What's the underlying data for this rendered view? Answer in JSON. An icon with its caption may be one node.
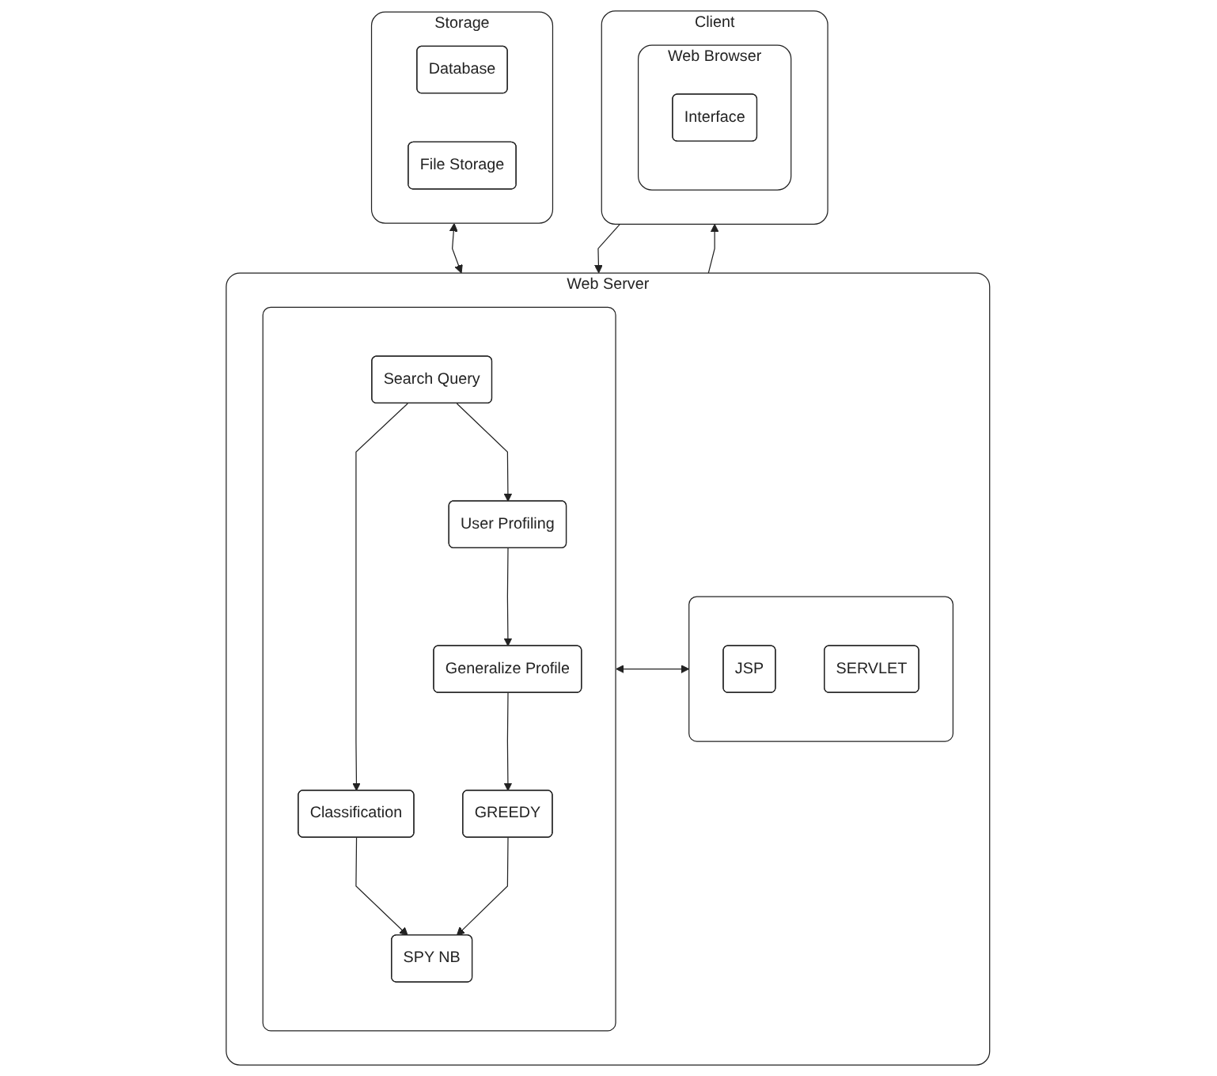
{
  "diagram": {
    "nodes": [
      {
        "text": [
          "Storage"
        ]
      },
      {
        "text": [
          "Database"
        ],
        "in": 0
      },
      {
        "text": [
          "File Storage"
        ],
        "in": 0
      },
      {
        "text": [
          "Web Server"
        ]
      },
      {
        "text": [],
        "shape": "box",
        "in": 3
      },
      {
        "text": [
          "User Profiling"
        ],
        "in": 4
      },
      {
        "text": [
          "Generalize Profile"
        ],
        "in": 4
      },
      {
        "text": [
          "GREEDY"
        ],
        "in": 4
      },
      {
        "text": [
          "Search Query"
        ],
        "in": 4
      },
      {
        "text": [
          "Classification"
        ],
        "in": 4
      },
      {
        "text": [
          "SPY NB"
        ],
        "in": 4
      },
      {
        "text": [],
        "shape": "box",
        "in": 3
      },
      {
        "text": [
          "JSP"
        ],
        "in": 11
      },
      {
        "text": [
          "SERVLET"
        ],
        "in": 11
      },
      {
        "text": [
          "Client"
        ]
      },
      {
        "text": [
          "Web Browser"
        ],
        "in": 14
      },
      {
        "text": [
          "Interface"
        ],
        "in": 15
      }
    ],
    "edges": [
      {
        "from": 0,
        "to": 3,
        "arrow": "both"
      },
      {
        "from": 5,
        "to": 6,
        "arrow": "to"
      },
      {
        "from": 6,
        "to": 7,
        "arrow": "to"
      },
      {
        "from": 8,
        "to": 5,
        "arrow": "to"
      },
      {
        "from": 8,
        "to": 9,
        "arrow": "to"
      },
      {
        "from": 9,
        "to": 10,
        "arrow": "to"
      },
      {
        "from": 7,
        "to": 10,
        "arrow": "to"
      },
      {
        "from": 4,
        "to": 11,
        "arrow": "both"
      },
      {
        "from": 14,
        "to": 3,
        "arrow": "to"
      },
      {
        "from": 3,
        "to": 14,
        "arrow": "to"
      }
    ]
  }
}
